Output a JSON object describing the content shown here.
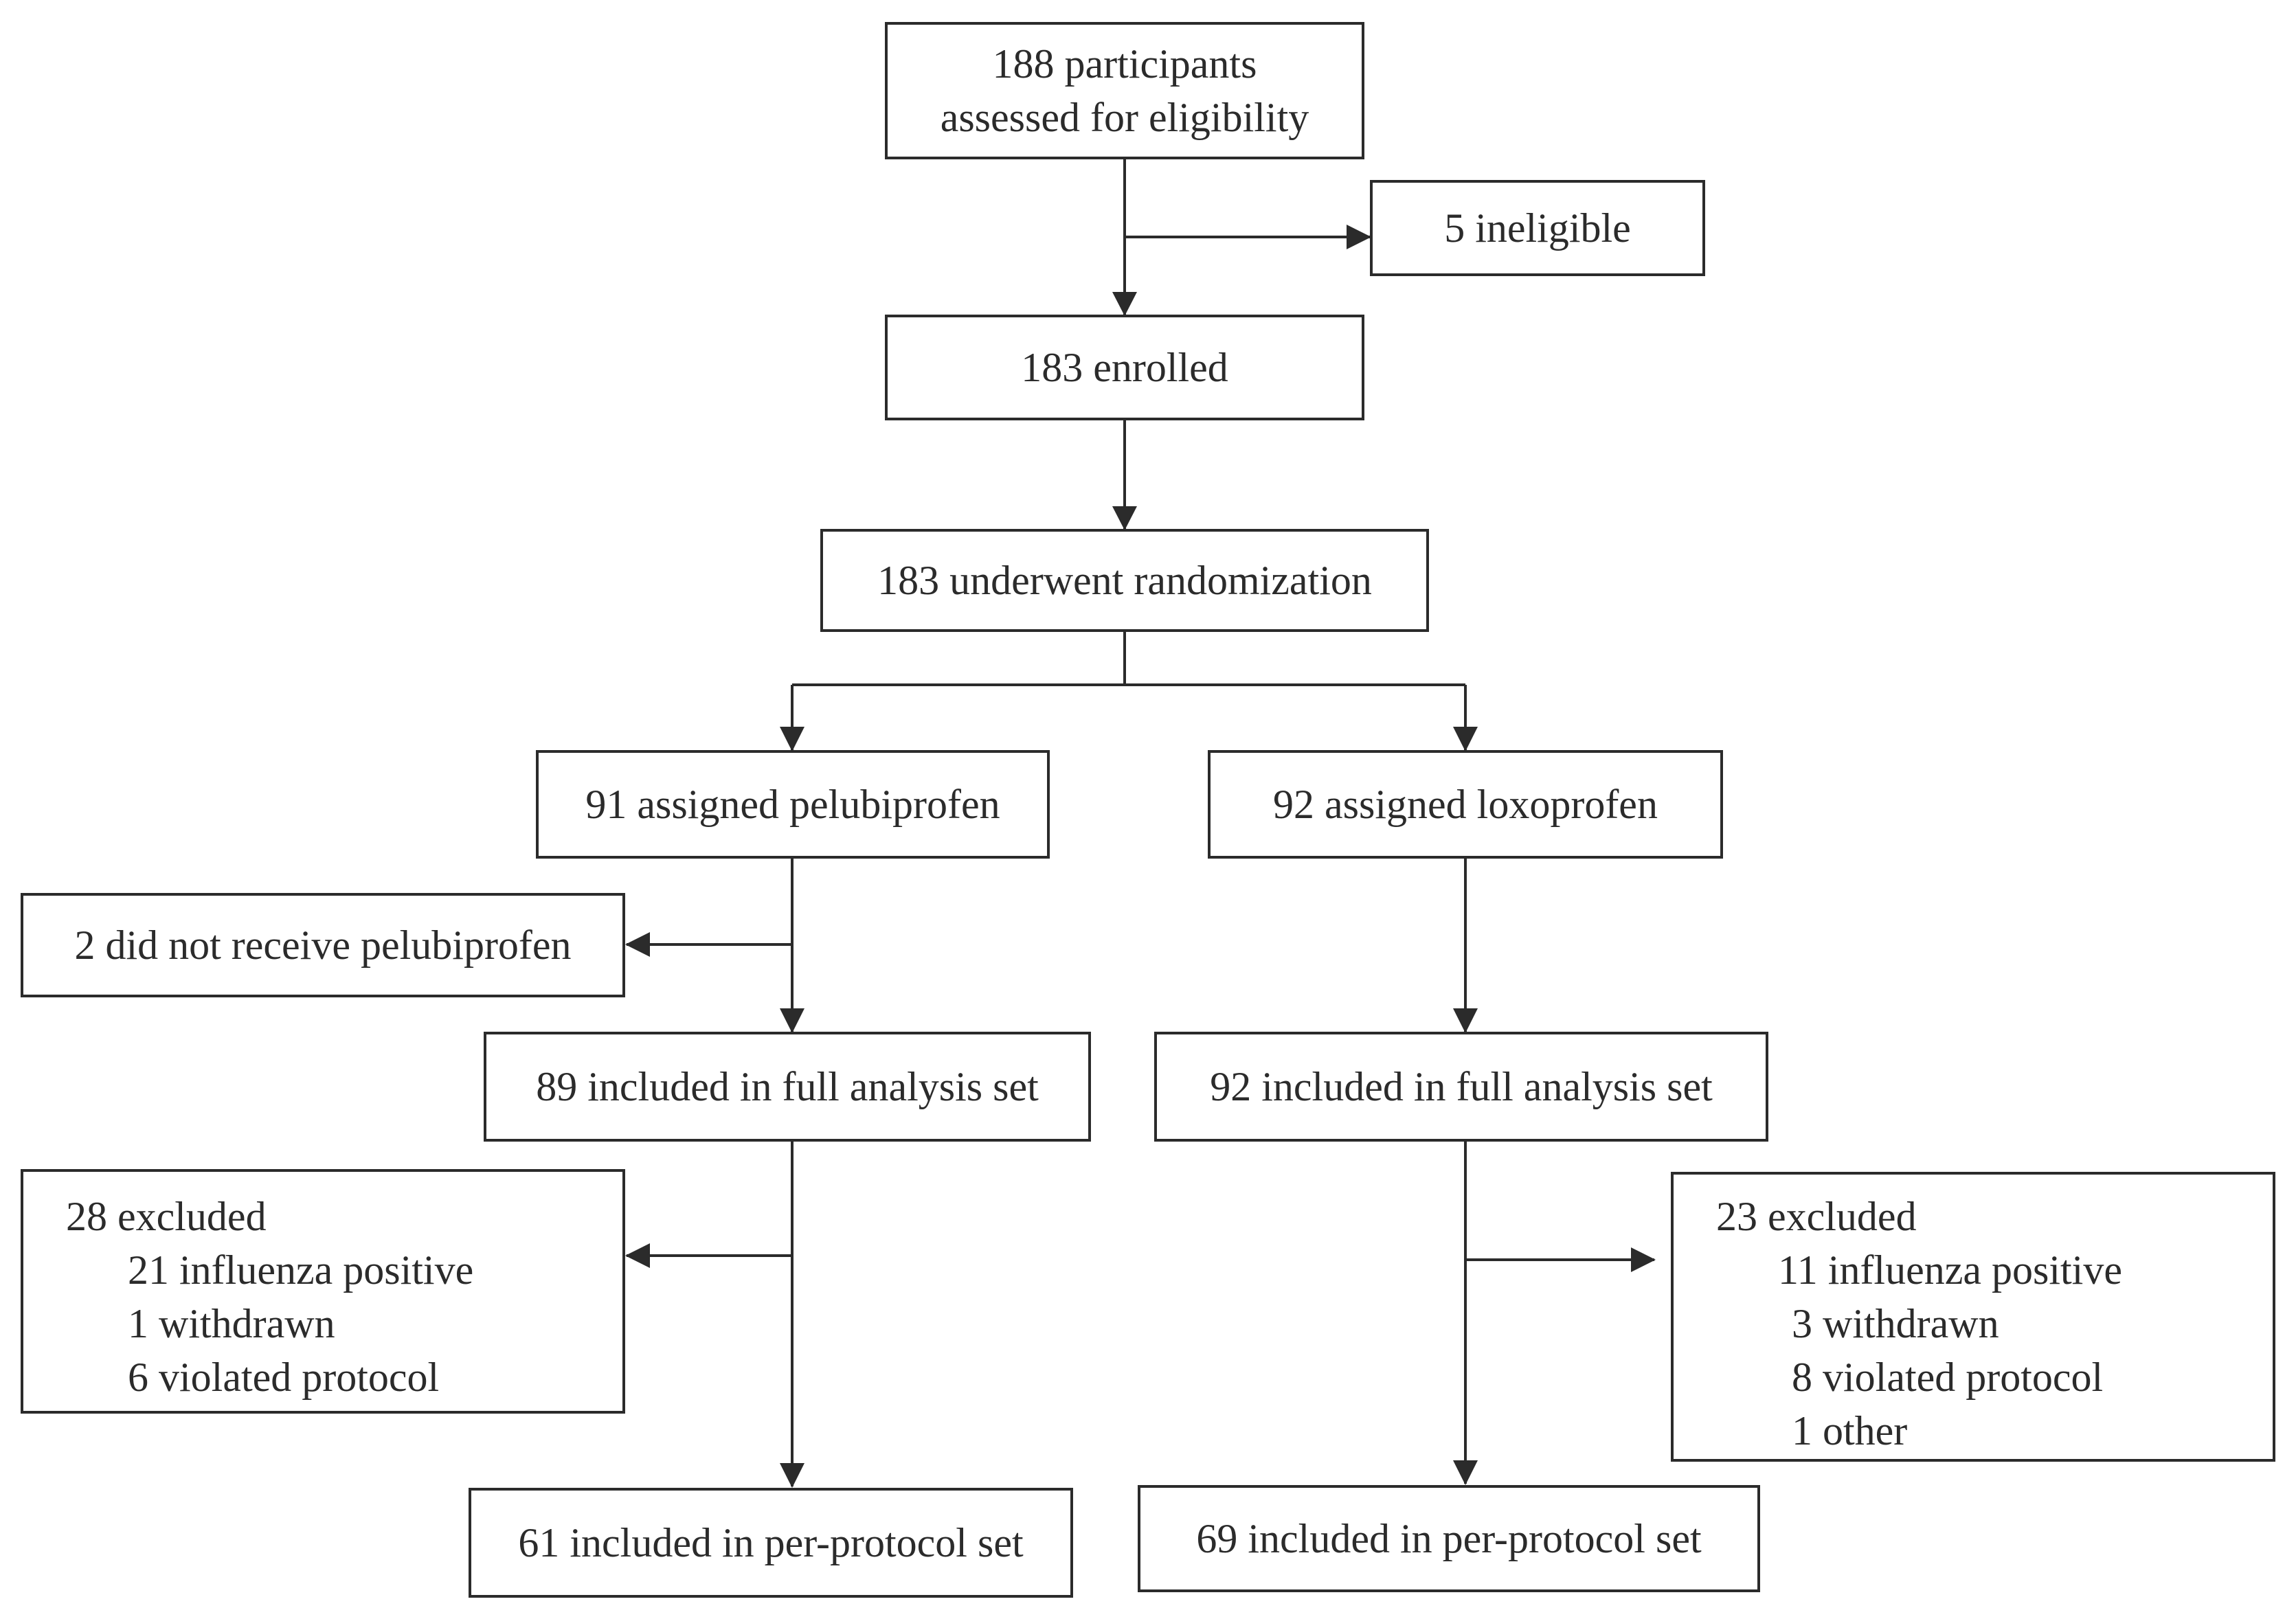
{
  "boxes": {
    "assessed": {
      "line1": "188 participants",
      "line2": "assessed for eligibility"
    },
    "ineligible": {
      "text": "5 ineligible"
    },
    "enrolled": {
      "text": "183 enrolled"
    },
    "randomized": {
      "text": "183 underwent randomization"
    },
    "pelubiprofen": {
      "text": "91 assigned pelubiprofen"
    },
    "loxoprofen": {
      "text": "92 assigned loxoprofen"
    },
    "not_received": {
      "text": "2 did not receive pelubiprofen"
    },
    "fas_left": {
      "text": "89 included in full analysis set"
    },
    "fas_right": {
      "text": "92 included in full analysis set"
    },
    "excluded_left": {
      "title": "28 excluded",
      "items": [
        "21 influenza positive",
        "1 withdrawn",
        "6 violated protocol"
      ]
    },
    "excluded_right": {
      "title": "23 excluded",
      "items": [
        "11 influenza positive",
        "3 withdrawn",
        "8 violated protocol",
        "1 other"
      ]
    },
    "pps_left": {
      "text": "61 included in per-protocol set"
    },
    "pps_right": {
      "text": "69 included in per-protocol set"
    }
  },
  "colors": {
    "stroke": "#2b2b2b",
    "background": "#ffffff"
  }
}
